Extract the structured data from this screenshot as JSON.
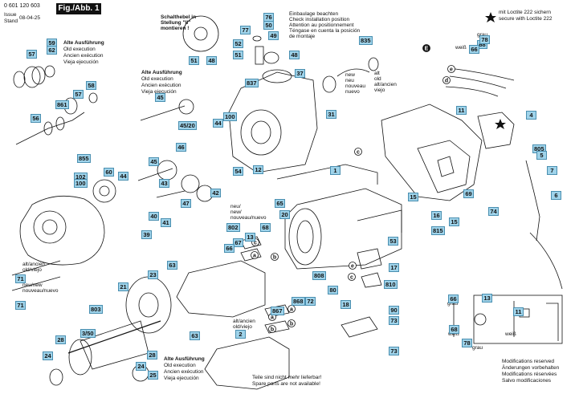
{
  "header": {
    "code": "0 601 120 603",
    "fig_label": "Fig./Abb. 1",
    "issue_label": "Issue",
    "stand_label": "Stand",
    "issue_date": "08-04-25"
  },
  "notes": {
    "loctite_de": "mit Loctite 222 sichern",
    "loctite_en": "secure with Loctite 222",
    "install_de": "Einbaulage beachten",
    "install_en": "Check installation position",
    "install_fr": "Attention au positionnement",
    "install_es": "Téngase en cuenta la posición",
    "install_es2": "de montaje",
    "switch_1": "Schalthebel in",
    "switch_2": "Stellung \"II\"",
    "switch_3": "montieren !",
    "old_de": "Alte Ausführung",
    "old_en": "Old execution",
    "old_fr": "Ancien exécution",
    "old_es": "Vieja ejecución",
    "new_neu": "neu/",
    "new_new": "new/",
    "new_nouveau": "nouveau/nuevo",
    "alt_ancien": "alt/ancien",
    "old_viejo": "old/viejo",
    "neu_new": "neu/new",
    "nouveau_nuevo": "nouveau/nuevo",
    "new_word": "new",
    "old_word": "old",
    "neu_word": "neu",
    "alt_word": "alt",
    "nouveau_word": "nouveau",
    "viejo_word": "viejo",
    "nuevo_word": "nuevo",
    "neu_slash": "neu/new",
    "nouveau_nuevo2": "nouveau/nuevo",
    "not_delivered_de": "Teile sind nicht mehr lieferbar!",
    "not_delivered_en": "Spare parts are not available!",
    "mod_en": "Modifications reserved",
    "mod_de": "Änderungen vorbehalten",
    "mod_fr": "Modifications réservées",
    "mod_es": "Salvo modificaciones",
    "weiss": "weiß",
    "grau": "grau"
  },
  "letters": [
    "a",
    "b",
    "c",
    "d",
    "e"
  ],
  "parts": [
    {
      "n": "57"
    },
    {
      "n": "59"
    },
    {
      "n": "62"
    },
    {
      "n": "58"
    },
    {
      "n": "57"
    },
    {
      "n": "861"
    },
    {
      "n": "56"
    },
    {
      "n": "855"
    },
    {
      "n": "102"
    },
    {
      "n": "100"
    },
    {
      "n": "60"
    },
    {
      "n": "44"
    },
    {
      "n": "45"
    },
    {
      "n": "45/20"
    },
    {
      "n": "46"
    },
    {
      "n": "45"
    },
    {
      "n": "43"
    },
    {
      "n": "47"
    },
    {
      "n": "42"
    },
    {
      "n": "40"
    },
    {
      "n": "41"
    },
    {
      "n": "39"
    },
    {
      "n": "51"
    },
    {
      "n": "48"
    },
    {
      "n": "77"
    },
    {
      "n": "76"
    },
    {
      "n": "50"
    },
    {
      "n": "49"
    },
    {
      "n": "52"
    },
    {
      "n": "51"
    },
    {
      "n": "48"
    },
    {
      "n": "837"
    },
    {
      "n": "37"
    },
    {
      "n": "44"
    },
    {
      "n": "100"
    },
    {
      "n": "54"
    },
    {
      "n": "12"
    },
    {
      "n": "31"
    },
    {
      "n": "835"
    },
    {
      "n": "68"
    },
    {
      "n": "66"
    },
    {
      "n": "78"
    },
    {
      "n": "11"
    },
    {
      "n": "4"
    },
    {
      "n": "805"
    },
    {
      "n": "5"
    },
    {
      "n": "7"
    },
    {
      "n": "6"
    },
    {
      "n": "1"
    },
    {
      "n": "65"
    },
    {
      "n": "20"
    },
    {
      "n": "15"
    },
    {
      "n": "69"
    },
    {
      "n": "16"
    },
    {
      "n": "15"
    },
    {
      "n": "815"
    },
    {
      "n": "74"
    },
    {
      "n": "53"
    },
    {
      "n": "802"
    },
    {
      "n": "67"
    },
    {
      "n": "66"
    },
    {
      "n": "13"
    },
    {
      "n": "68"
    },
    {
      "n": "63"
    },
    {
      "n": "71"
    },
    {
      "n": "71"
    },
    {
      "n": "21"
    },
    {
      "n": "23"
    },
    {
      "n": "808"
    },
    {
      "n": "17"
    },
    {
      "n": "810"
    },
    {
      "n": "80"
    },
    {
      "n": "72"
    },
    {
      "n": "18"
    },
    {
      "n": "90"
    },
    {
      "n": "73"
    },
    {
      "n": "73"
    },
    {
      "n": "803"
    },
    {
      "n": "3/50"
    },
    {
      "n": "28"
    },
    {
      "n": "24"
    },
    {
      "n": "63"
    },
    {
      "n": "867"
    },
    {
      "n": "868"
    },
    {
      "n": "2"
    },
    {
      "n": "28"
    },
    {
      "n": "24"
    },
    {
      "n": "25"
    },
    {
      "n": "66"
    },
    {
      "n": "13"
    },
    {
      "n": "68"
    },
    {
      "n": "11"
    },
    {
      "n": "78"
    }
  ],
  "colors": {
    "badge": "#9fd3ea",
    "ink": "#111111"
  }
}
